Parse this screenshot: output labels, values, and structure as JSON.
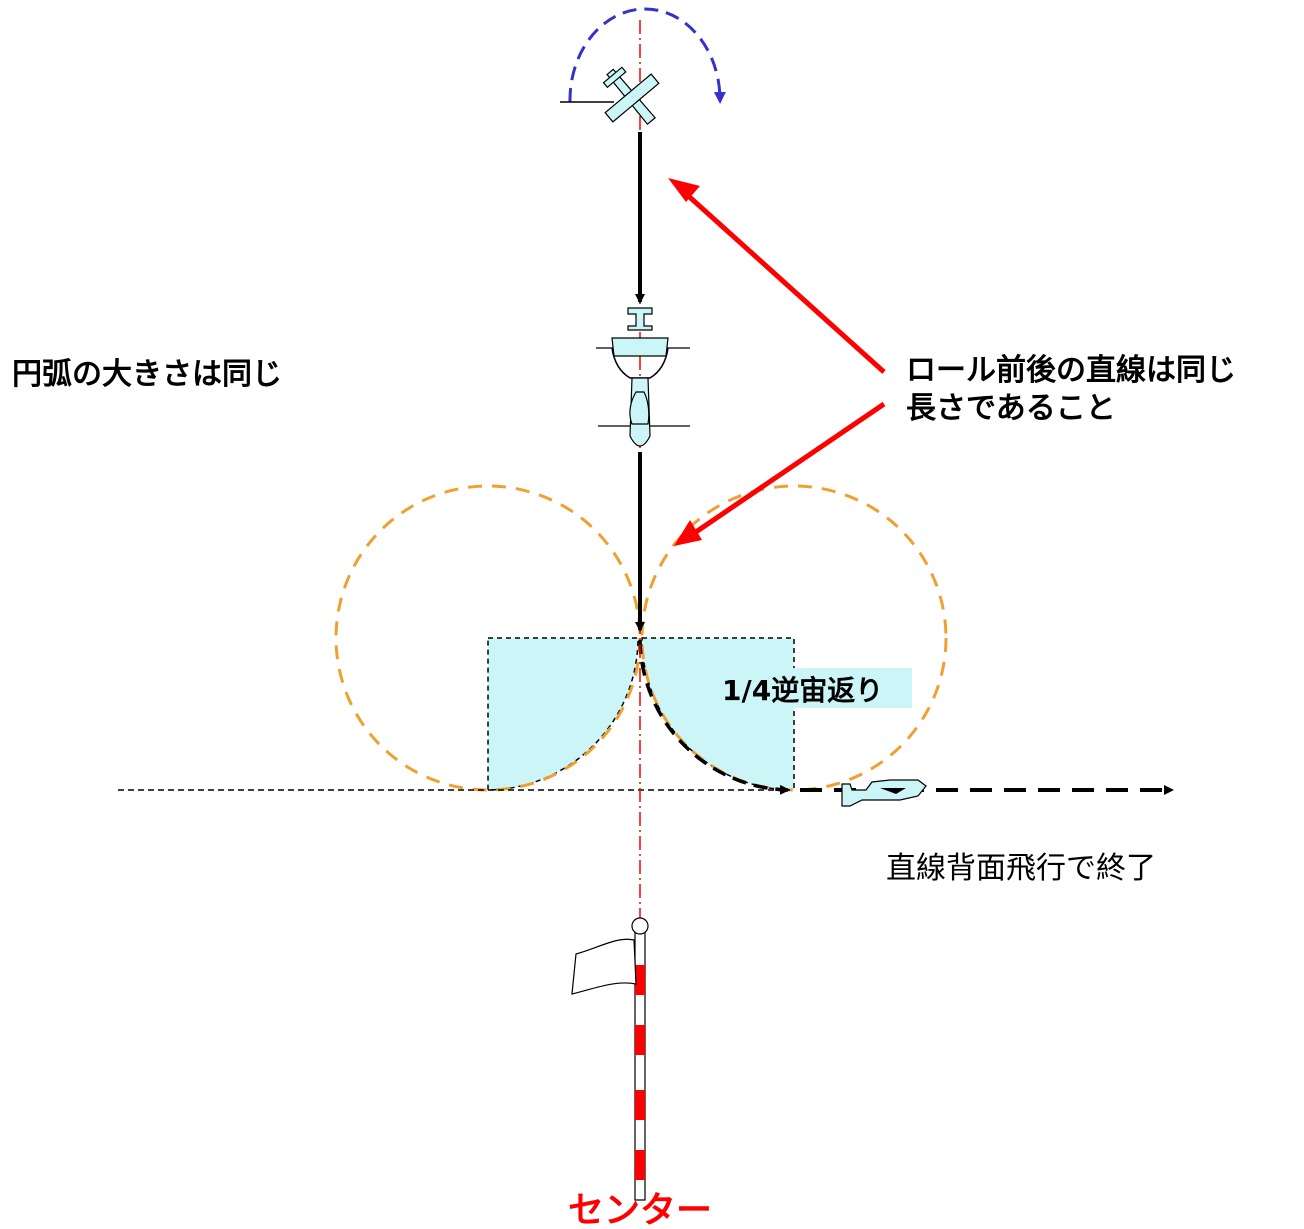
{
  "labels": {
    "arc_size_note": "円弧の大きさは同じ",
    "roll_line_note_1": "ロール前後の直線は同じ",
    "roll_line_note_2": "長さであること",
    "quarter_reverse": "1/4逆宙返り",
    "finish_note": "直線背面飛行で終了",
    "center": "センター"
  },
  "colors": {
    "arc_circle": "#f0a030",
    "fill": "#ccf5f8",
    "pointer": "#ff0000",
    "center_line": "#ff0000",
    "roll_arc": "#3333cc",
    "path": "#000000"
  }
}
